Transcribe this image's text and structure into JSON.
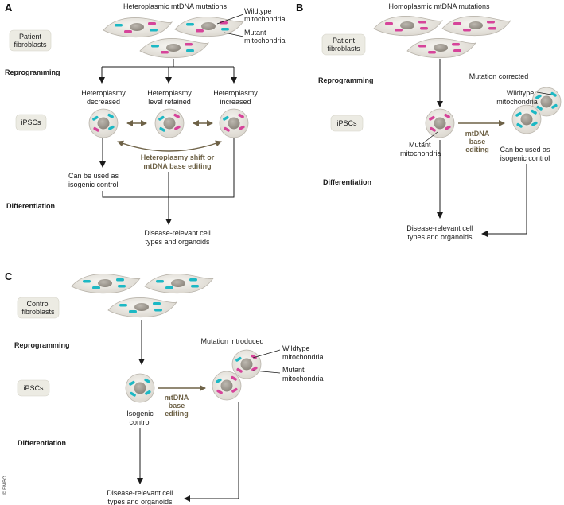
{
  "panels": {
    "a": {
      "letter": "A",
      "title": "Heteroplasmic mtDNA mutations",
      "wildtype_label": [
        "Wildtype",
        "mitochondria"
      ],
      "mutant_label": [
        "Mutant",
        "mitochondria"
      ],
      "box_label": [
        "Patient",
        "fibroblasts"
      ],
      "reprogramming": "Reprogramming",
      "ipscs": "iPSCs",
      "differentiation": "Differentiation",
      "col1": [
        "Heteroplasmy",
        "decreased"
      ],
      "col2": [
        "Heteroplasmy",
        "level retained"
      ],
      "col3": [
        "Heteroplasmy",
        "increased"
      ],
      "shift": [
        "Heteroplasmy shift or",
        "mtDNA base editing"
      ],
      "control": [
        "Can be used as",
        "isogenic control"
      ],
      "outcome": [
        "Disease-relevant cell",
        "types and organoids"
      ]
    },
    "b": {
      "letter": "B",
      "title": "Homoplasmic mtDNA mutations",
      "box_label": [
        "Patient",
        "fibroblasts"
      ],
      "reprogramming": "Reprogramming",
      "ipscs": "iPSCs",
      "differentiation": "Differentiation",
      "corrected": "Mutation corrected",
      "wildtype_label": [
        "Wildtype",
        "mitochondria"
      ],
      "mutant_label": [
        "Mutant",
        "mitochondria"
      ],
      "editing": [
        "mtDNA",
        "base",
        "editing"
      ],
      "control": [
        "Can be used as",
        "isogenic control"
      ],
      "outcome": [
        "Disease-relevant cell",
        "types and organoids"
      ]
    },
    "c": {
      "letter": "C",
      "box_label": [
        "Control",
        "fibroblasts"
      ],
      "reprogramming": "Reprogramming",
      "ipscs": "iPSCs",
      "differentiation": "Differentiation",
      "introduced": "Mutation introduced",
      "wildtype_label": [
        "Wildtype",
        "mitochondria"
      ],
      "mutant_label": [
        "Mutant",
        "mitochondria"
      ],
      "editing": [
        "mtDNA",
        "base",
        "editing"
      ],
      "isogenic": [
        "Isogenic",
        "control"
      ],
      "outcome": [
        "Disease-relevant cell",
        "types and organoids"
      ],
      "copyright": "© EMBO"
    }
  },
  "colors": {
    "wildtype": "#1cb8c4",
    "mutant": "#d6449a",
    "cell_fill": "#ece9e3",
    "nucleus": "#a39e96",
    "box_fill": "#ecebe3",
    "editing_arrow": "#6e6247"
  }
}
